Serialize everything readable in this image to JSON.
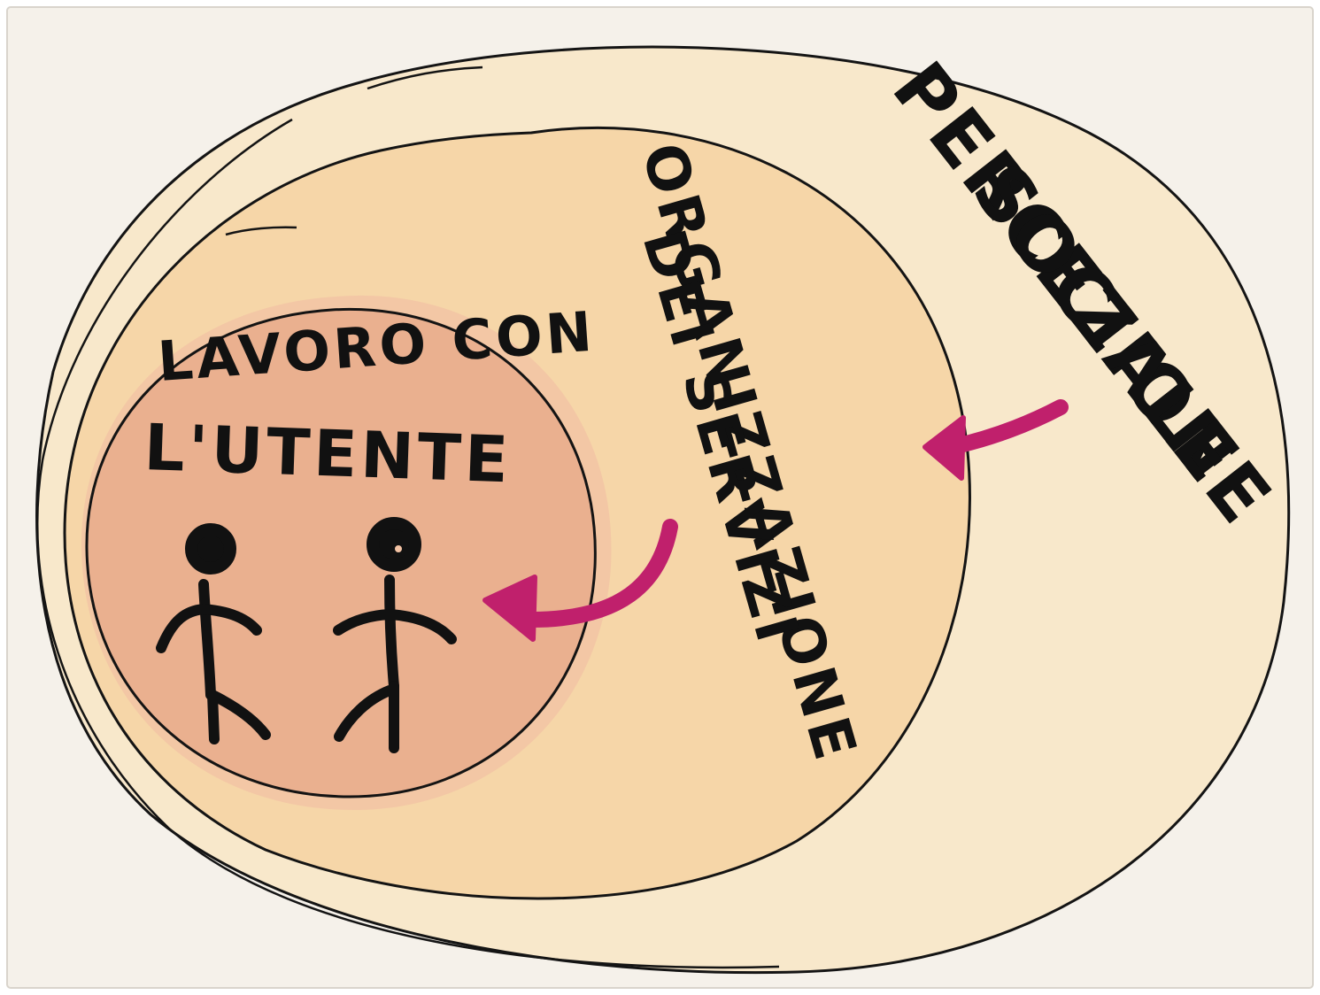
{
  "colors": {
    "paper": "#f5f1ea",
    "outer_fill": "#f8e8cb",
    "middle_fill": "#f6d6a8",
    "inner_fill": "#eab08f",
    "inner_glow": "#f3c3a4",
    "outline": "#141414",
    "arrow": "#c0206c"
  },
  "diagram": {
    "outer_label": {
      "line1": "PERCEZIONE",
      "line2": "SOCIALE"
    },
    "middle_label": {
      "line1": "ORGANIZZAZIONE",
      "line2": "DEI SERVIZI"
    },
    "inner_label": {
      "line1": "LAVORO CON",
      "line2": "L'UTENTE"
    },
    "figures": [
      "person-icon",
      "person-icon"
    ],
    "arrows": [
      "arrow-icon",
      "arrow-icon"
    ]
  }
}
